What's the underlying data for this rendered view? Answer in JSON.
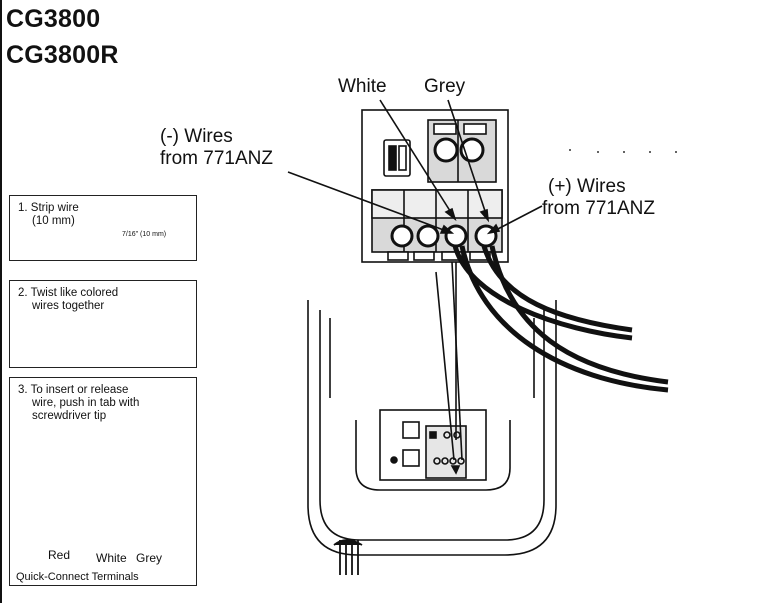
{
  "models": [
    "CG3800",
    "CG3800R"
  ],
  "labels": {
    "white": "White",
    "grey": "Grey",
    "neg_wires_line1": "(-) Wires",
    "neg_wires_line2": "from 771ANZ",
    "pos_wires_line1": "(+) Wires",
    "pos_wires_line2": "from 771ANZ"
  },
  "steps": [
    {
      "number": "1.",
      "text_line1": "Strip wire",
      "text_line2": "(10 mm)",
      "measure": "7/16\" (10 mm)"
    },
    {
      "number": "2.",
      "text_line1": "Twist like colored",
      "text_line2": "wires together"
    },
    {
      "number": "3.",
      "text_line1": "To insert or release",
      "text_line2": "wire, push in tab with",
      "text_line3": "screwdriver tip"
    }
  ],
  "terminal_labels": {
    "red": "Red",
    "white": "White",
    "grey": "Grey",
    "caption": "Quick-Connect Terminals"
  },
  "colors": {
    "ink": "#111111",
    "panel_grey": "#cfcfcf",
    "dark_grey": "#9a9a9a"
  }
}
